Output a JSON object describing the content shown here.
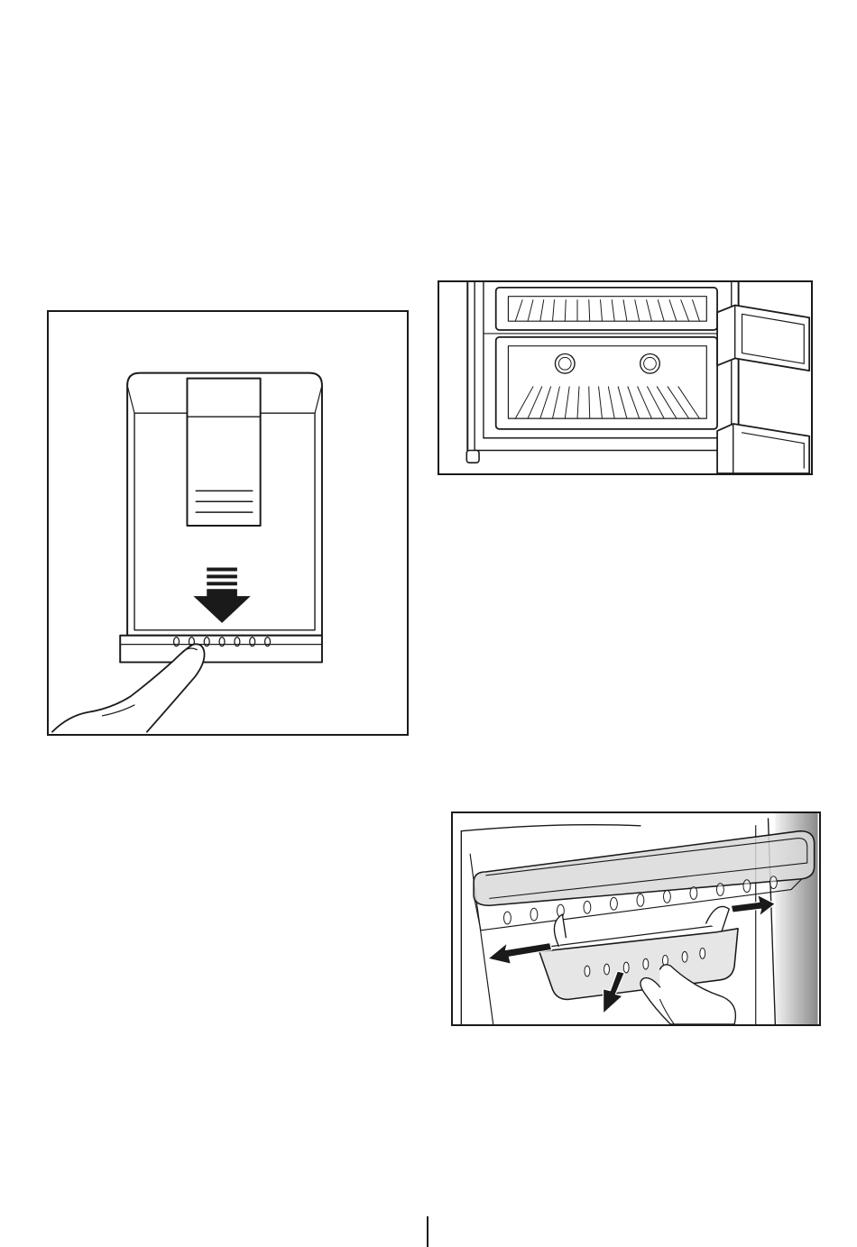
{
  "document": {
    "type": "appliance-manual-page",
    "figures": [
      {
        "id": "water-dispenser-tray",
        "icons": [
          "dispenser-tray-icon",
          "down-arrow-icon",
          "finger-press-icon"
        ]
      },
      {
        "id": "freezer-compartment-drawers",
        "icons": [
          "freezer-drawer-icon",
          "fridge-door-icon"
        ]
      },
      {
        "id": "door-shelf-removal",
        "icons": [
          "door-shelf-icon",
          "left-arrow-icon",
          "right-arrow-icon",
          "down-arrow-icon",
          "hand-icon"
        ]
      }
    ],
    "colors": {
      "line": "#1a1a1a",
      "shading": "#d9d9d9",
      "dark_shading": "#8a8a8a",
      "background": "#ffffff"
    }
  }
}
